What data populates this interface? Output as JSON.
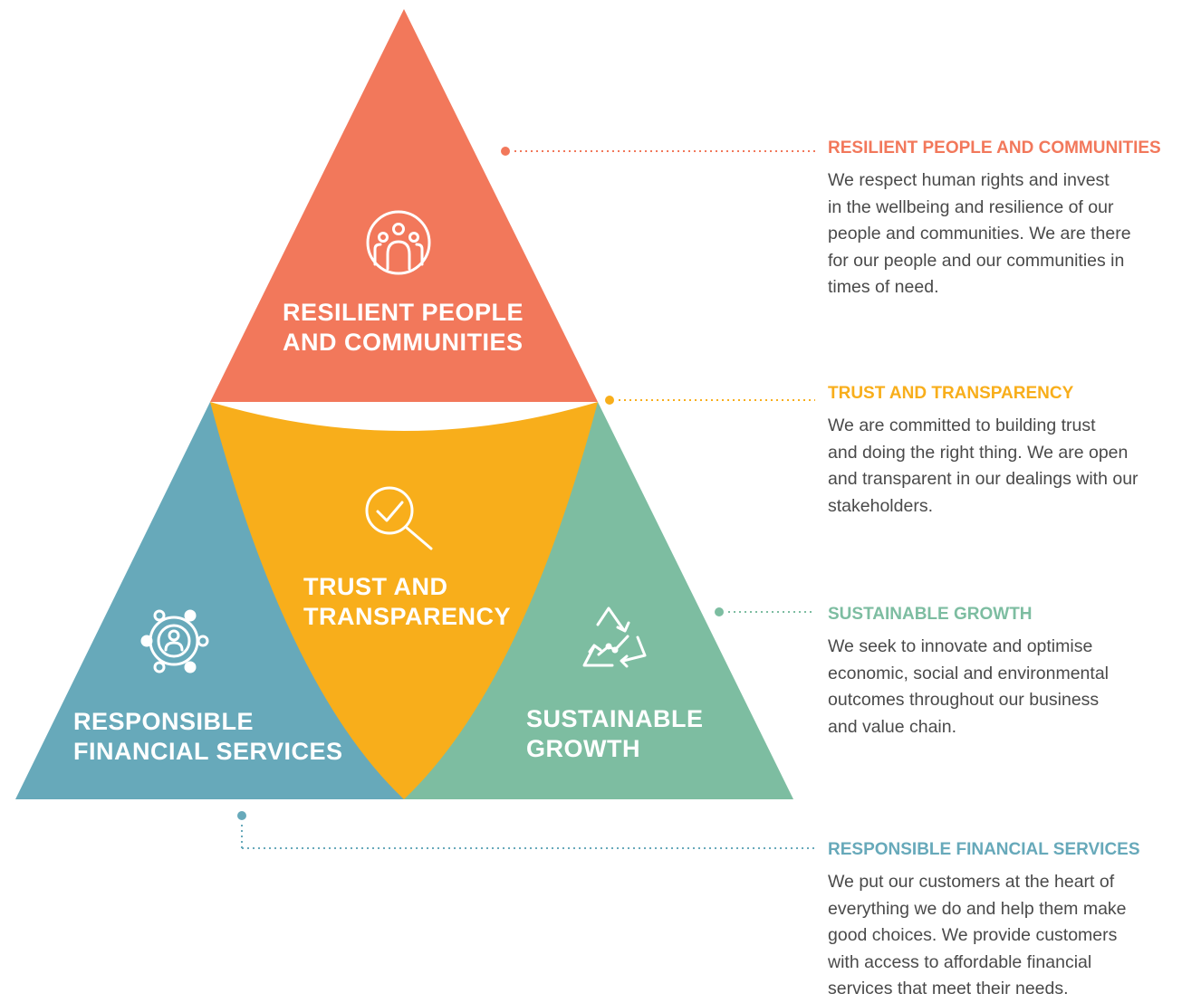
{
  "colors": {
    "resilient": "#F2785B",
    "trust": "#F8AE1B",
    "sustainable": "#7DBDA1",
    "responsible": "#67A9BA",
    "body_text": "#4a4a4a"
  },
  "segments": {
    "resilient": {
      "label_lines": [
        "RESILIENT PEOPLE",
        "AND COMMUNITIES"
      ],
      "icon": "people-community-icon"
    },
    "trust": {
      "label_lines": [
        "TRUST AND",
        "TRANSPARENCY"
      ],
      "icon": "magnifier-check-icon"
    },
    "responsible": {
      "label_lines": [
        "RESPONSIBLE",
        "FINANCIAL SERVICES"
      ],
      "icon": "network-person-icon"
    },
    "sustainable": {
      "label_lines": [
        "SUSTAINABLE",
        "GROWTH"
      ],
      "icon": "recycle-growth-icon"
    }
  },
  "descriptions": {
    "resilient": {
      "title": "RESILIENT PEOPLE AND COMMUNITIES",
      "lines": [
        "We respect human rights and invest",
        "in the wellbeing and resilience of our",
        "people and communities. We are there",
        "for our people and our communities in",
        "times of need."
      ]
    },
    "trust": {
      "title": "TRUST AND TRANSPARENCY",
      "lines": [
        "We are committed to building trust",
        "and doing the right thing. We are open",
        "and transparent in our dealings with our",
        "stakeholders."
      ]
    },
    "sustainable": {
      "title": "SUSTAINABLE GROWTH",
      "lines": [
        "We seek to innovate and optimise",
        "economic, social and environmental",
        "outcomes throughout our business",
        "and value chain."
      ]
    },
    "responsible": {
      "title": "RESPONSIBLE FINANCIAL SERVICES",
      "lines": [
        "We put our customers at the heart of",
        "everything we do and help them make",
        "good choices. We provide customers",
        "with access to affordable financial",
        "services that meet their needs."
      ]
    }
  }
}
